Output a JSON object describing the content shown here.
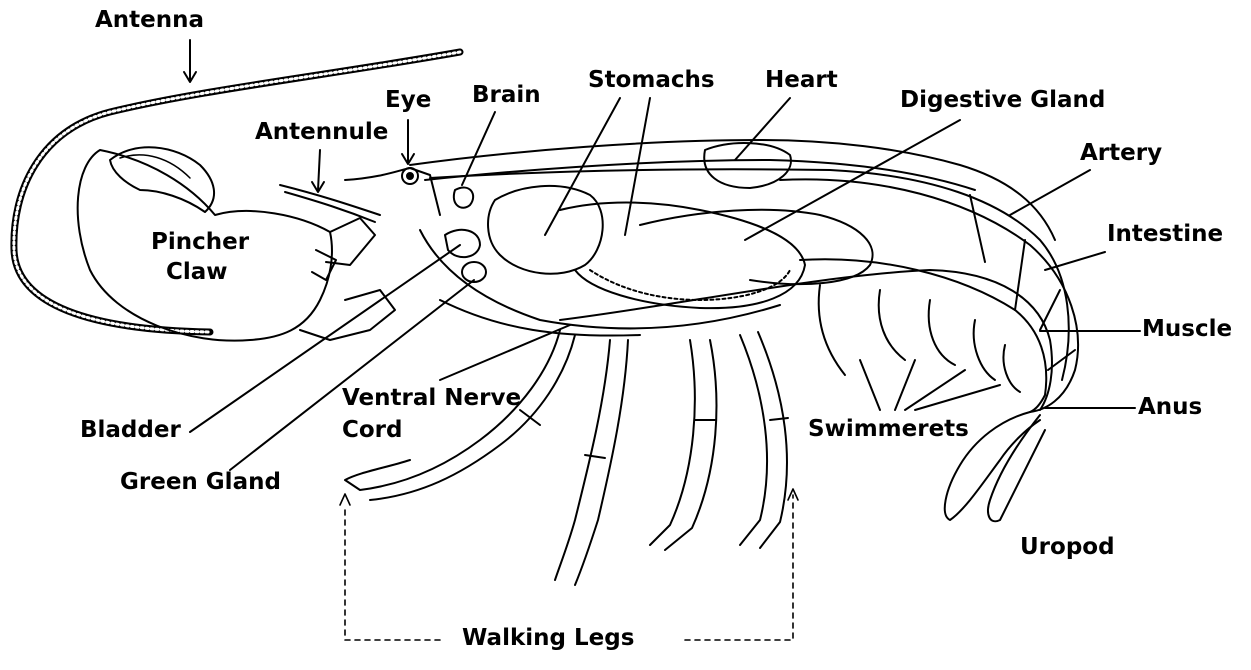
{
  "labels": {
    "antenna": "Antenna",
    "eye": "Eye",
    "brain": "Brain",
    "stomachs": "Stomachs",
    "heart": "Heart",
    "digestive_gland": "Digestive Gland",
    "antennule": "Antennule",
    "artery": "Artery",
    "intestine": "Intestine",
    "pincher_claw_line1": "Pincher",
    "pincher_claw_line2": "Claw",
    "muscle": "Muscle",
    "anus": "Anus",
    "ventral_nerve_line1": "Ventral Nerve",
    "ventral_nerve_line2": "Cord",
    "bladder": "Bladder",
    "swimmerets": "Swimmerets",
    "green_gland": "Green Gland",
    "uropod": "Uropod",
    "walking_legs": "Walking Legs"
  },
  "colors": {
    "ink": "#000000",
    "background": "#ffffff"
  }
}
